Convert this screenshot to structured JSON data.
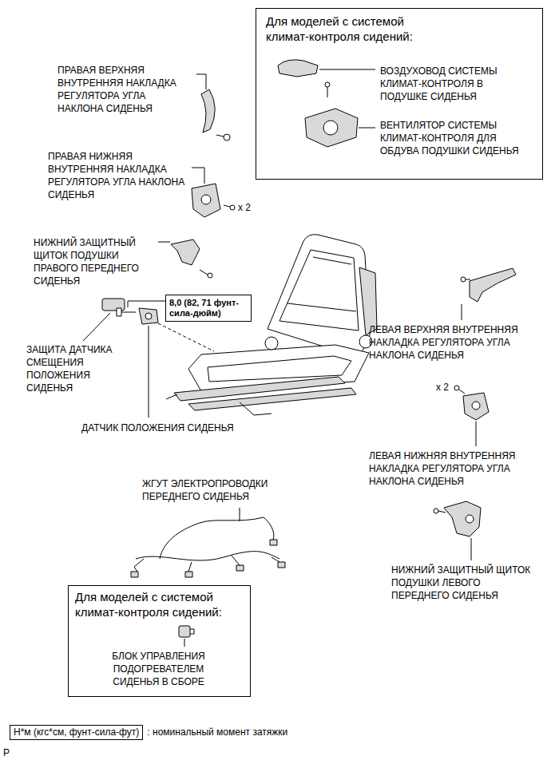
{
  "diagram": {
    "nodes": [
      {
        "text": [
          "Для моделей с системой климат-контроля сидений:",
          "ВОЗДУХОВОД СИСТЕМЫ КЛИМАТ-КОНТРОЛЯ В ПОДУШКЕ СИДЕНЬЯ",
          "ВЕНТИЛЯТОР СИСТЕМЫ КЛИМАТ-КОНТРОЛЯ ДЛЯ ОБДУВА ПОДУШКИ СИДЕНЬЯ"
        ]
      },
      {
        "text": [
          "8,0 (82, 71 фунт-сила-дюйм)"
        ]
      },
      {
        "text": [
          "Для моделей с системой климат-контроля сидений:",
          "БЛОК УПРАВЛЕНИЯ ПОДОГРЕВАТЕЛЕМ СИДЕНЬЯ В СБОРЕ"
        ]
      },
      {
        "text": [
          "Н*м (кгс*см, фунт-сила-фут)",
          ": номинальный момент затяжки"
        ]
      }
    ],
    "labels": [
      "ПРАВАЯ ВЕРХНЯЯ ВНУТРЕННЯЯ НАКЛАДКА РЕГУЛЯТОРА УГЛА НАКЛОНА СИДЕНЬЯ",
      "ПРАВАЯ НИЖНЯЯ ВНУТРЕННЯЯ НАКЛАДКА РЕГУЛЯТОРА УГЛА НАКЛОНА СИДЕНЬЯ",
      "x 2",
      "НИЖНИЙ ЗАЩИТНЫЙ ЩИТОК ПОДУШКИ ПРАВОГО ПЕРЕДНЕГО СИДЕНЬЯ",
      "ЗАЩИТА ДАТЧИКА СМЕЩЕНИЯ ПОЛОЖЕНИЯ СИДЕНЬЯ",
      "ДАТЧИК ПОЛОЖЕНИЯ СИДЕНЬЯ",
      "ЛЕВАЯ ВЕРХНЯЯ ВНУТРЕННЯЯ НАКЛАДКА РЕГУЛЯТОРА УГЛА НАКЛОНА СИДЕНЬЯ",
      "x 2",
      "ЛЕВАЯ НИЖНЯЯ ВНУТРЕННЯЯ НАКЛАДКА РЕГУЛЯТОРА УГЛА НАКЛОНА СИДЕНЬЯ",
      "ЖГУТ ЭЛЕКТРОПРОВОДКИ ПЕРЕДНЕГО СИДЕНЬЯ",
      "НИЖНИЙ ЗАЩИТНЫЙ ЩИТОК ПОДУШКИ ЛЕВОГО ПЕРЕДНЕГО СИДЕНЬЯ",
      "P"
    ]
  }
}
